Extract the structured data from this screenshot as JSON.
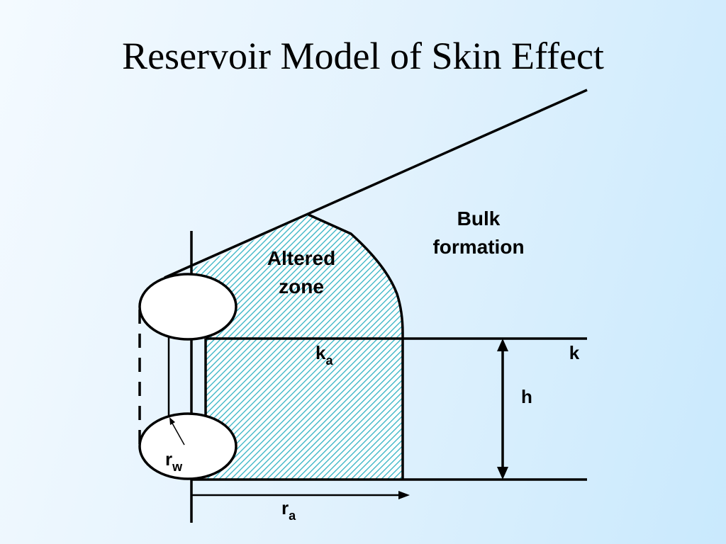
{
  "title": "Reservoir Model of Skin Effect",
  "labels": {
    "bulk_line1": "Bulk",
    "bulk_line2": "formation",
    "altered_line1": "Altered",
    "altered_line2": "zone",
    "ka": "k",
    "ka_sub": "a",
    "k": "k",
    "h": "h",
    "rw": "r",
    "rw_sub": "w",
    "ra": "r",
    "ra_sub": "a"
  },
  "colors": {
    "hatch": "#33b3c4",
    "hatch_bg": "#ffffff",
    "line": "#000000"
  }
}
